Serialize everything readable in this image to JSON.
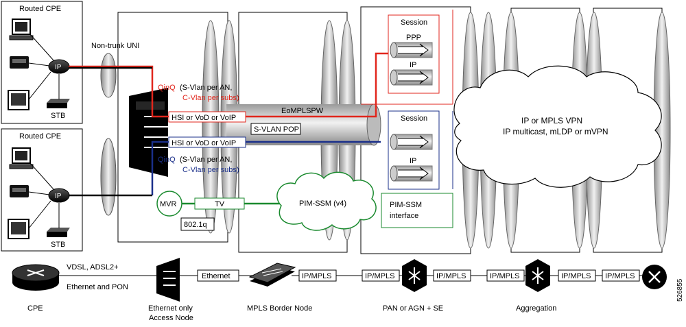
{
  "colors": {
    "red": "#e1261c",
    "blue": "#1a2f8a",
    "green": "#1a8a2e",
    "black": "#000000",
    "gray_fill": "#c8c8c8"
  },
  "customer": {
    "top_group_title": "Routed CPE",
    "bottom_group_title": "Routed CPE",
    "router_label": "IP",
    "stb_label": "STB",
    "uni_label": "Non-trunk UNI"
  },
  "access_node": {
    "qinq_top_prefix": "QinQ",
    "qinq_top_line1": "(S-Vlan per AN,",
    "qinq_top_line2": "C-Vlan per subs)",
    "qinq_bottom_prefix": "QinQ",
    "qinq_bottom_line1": "(S-Vlan per AN,",
    "qinq_bottom_line2": "C-Vlan per subs)",
    "service_red": "HSI or VoD or VoIP",
    "service_blue": "HSI or VoD or VoIP",
    "svlan_pop": "S-VLAN POP",
    "mvr": "MVR",
    "tv": "TV",
    "dot1q": "802.1q"
  },
  "core": {
    "pw_label": "EoMPLSPW",
    "pim_cloud": "PIM-SSM (v4)",
    "se_session_top": "Session",
    "se_ppp": "PPP",
    "se_ip_top": "IP",
    "se_session_bottom": "Session",
    "se_ip_bottom": "IP",
    "se_pim_line1": "PIM-SSM",
    "se_pim_line2": "interface",
    "vpn_cloud_line1": "IP or MPLS VPN",
    "vpn_cloud_line2": "IP multicast, mLDP or mVPN"
  },
  "bottom_row": {
    "link_label_line1": "VDSL, ADSL2+",
    "link_label_line2": "Ethernet and PON",
    "ethernet": "Ethernet",
    "ipmpls": "IP/MPLS",
    "nodes": [
      {
        "label": "CPE"
      },
      {
        "label_line1": "Ethernet only",
        "label_line2": "Access Node"
      },
      {
        "label": "MPLS Border Node"
      },
      {
        "label": "PAN or AGN + SE"
      },
      {
        "label": "Aggregation"
      }
    ]
  },
  "figure_id": "526855"
}
